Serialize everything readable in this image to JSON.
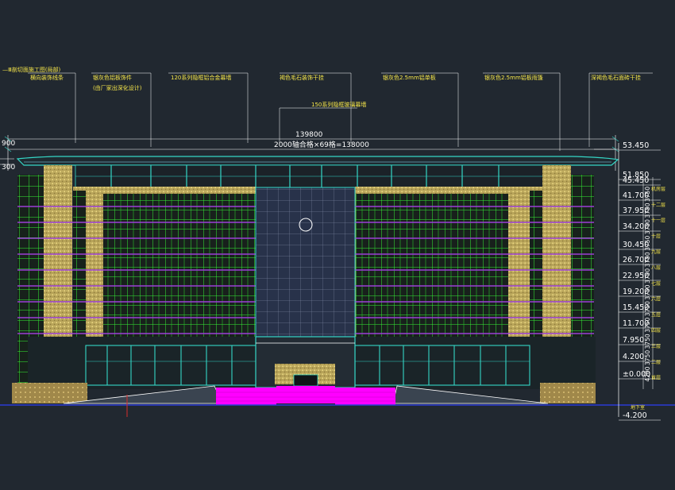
{
  "drawing": {
    "title": "—Ⅲ剖切面施工图(局部)",
    "annotations": [
      "横向装饰线条",
      "银灰色铝板饰件",
      "(由厂家出深化设计)",
      "120系列隐框铝合金幕墙",
      "褐色毛石装饰干挂",
      "银灰色2.5mm铝单板",
      "银灰色2.5mm铝板雨篷",
      "深褐色毛石面砖干挂",
      "150系列隐框玻璃幕墙"
    ],
    "overall_dimension": "139800",
    "axis_dimension": "2000轴合格×69格=138000",
    "left_dims": [
      "900",
      "300"
    ],
    "levels": [
      "53.450",
      "51.850",
      "45.450",
      "41.700",
      "37.950",
      "34.200",
      "30.450",
      "26.700",
      "22.950",
      "19.200",
      "15.450",
      "11.700",
      "7.950",
      "4.200",
      "±0.000",
      "-4.200"
    ],
    "storey_heights": [
      "3750",
      "3750",
      "3750",
      "3750",
      "3750",
      "3750",
      "3750",
      "3750",
      "3750",
      "3750",
      "3750",
      "4200"
    ],
    "floor_labels": [
      "机房层",
      "十二层",
      "十一层",
      "十层",
      "九层",
      "八层",
      "七层",
      "六层",
      "五层",
      "四层",
      "三层",
      "二层",
      "首层"
    ],
    "basement_label": "地下室",
    "colors": {
      "background": "#212830",
      "glass_grid": "#33e833",
      "stone": "#d6c26a",
      "magenta": "#ff00ff",
      "cyan": "#35d6c6",
      "curtain_wall": "#2a3550",
      "annotation": "#f7e74a",
      "dimension": "#ffffff"
    }
  }
}
